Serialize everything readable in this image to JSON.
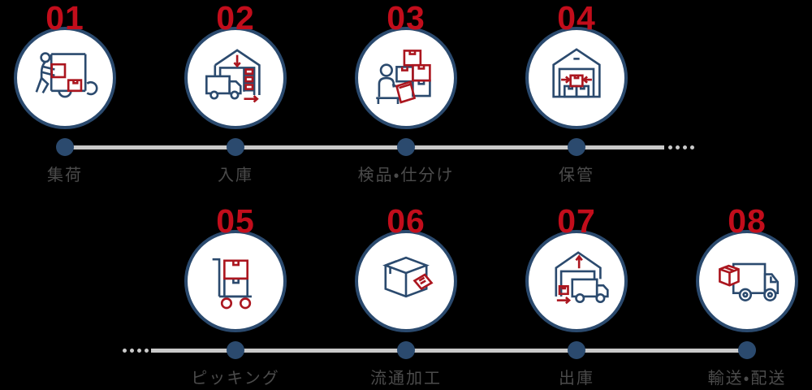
{
  "colors": {
    "number_red": "#c20d1b",
    "icon_red": "#ab161f",
    "navy": "#2b4a6e",
    "line_gray": "#c9c9c9",
    "label_gray": "#4b4b4b",
    "background": "#000000",
    "circle_fill": "#ffffff"
  },
  "steps": [
    {
      "number": "01",
      "label": "集荷",
      "icon": "pickup-worker-icon"
    },
    {
      "number": "02",
      "label": "入庫",
      "icon": "warehouse-inbound-icon"
    },
    {
      "number": "03",
      "label": "検品・仕分け",
      "icon": "inspection-sorting-icon"
    },
    {
      "number": "04",
      "label": "保管",
      "icon": "storage-warehouse-icon"
    },
    {
      "number": "05",
      "label": "ピッキング",
      "icon": "picking-cart-icon"
    },
    {
      "number": "06",
      "label": "流通加工",
      "icon": "box-labeling-icon"
    },
    {
      "number": "07",
      "label": "出庫",
      "icon": "warehouse-outbound-icon"
    },
    {
      "number": "08",
      "label": "輸送・配送",
      "icon": "delivery-truck-icon"
    }
  ]
}
